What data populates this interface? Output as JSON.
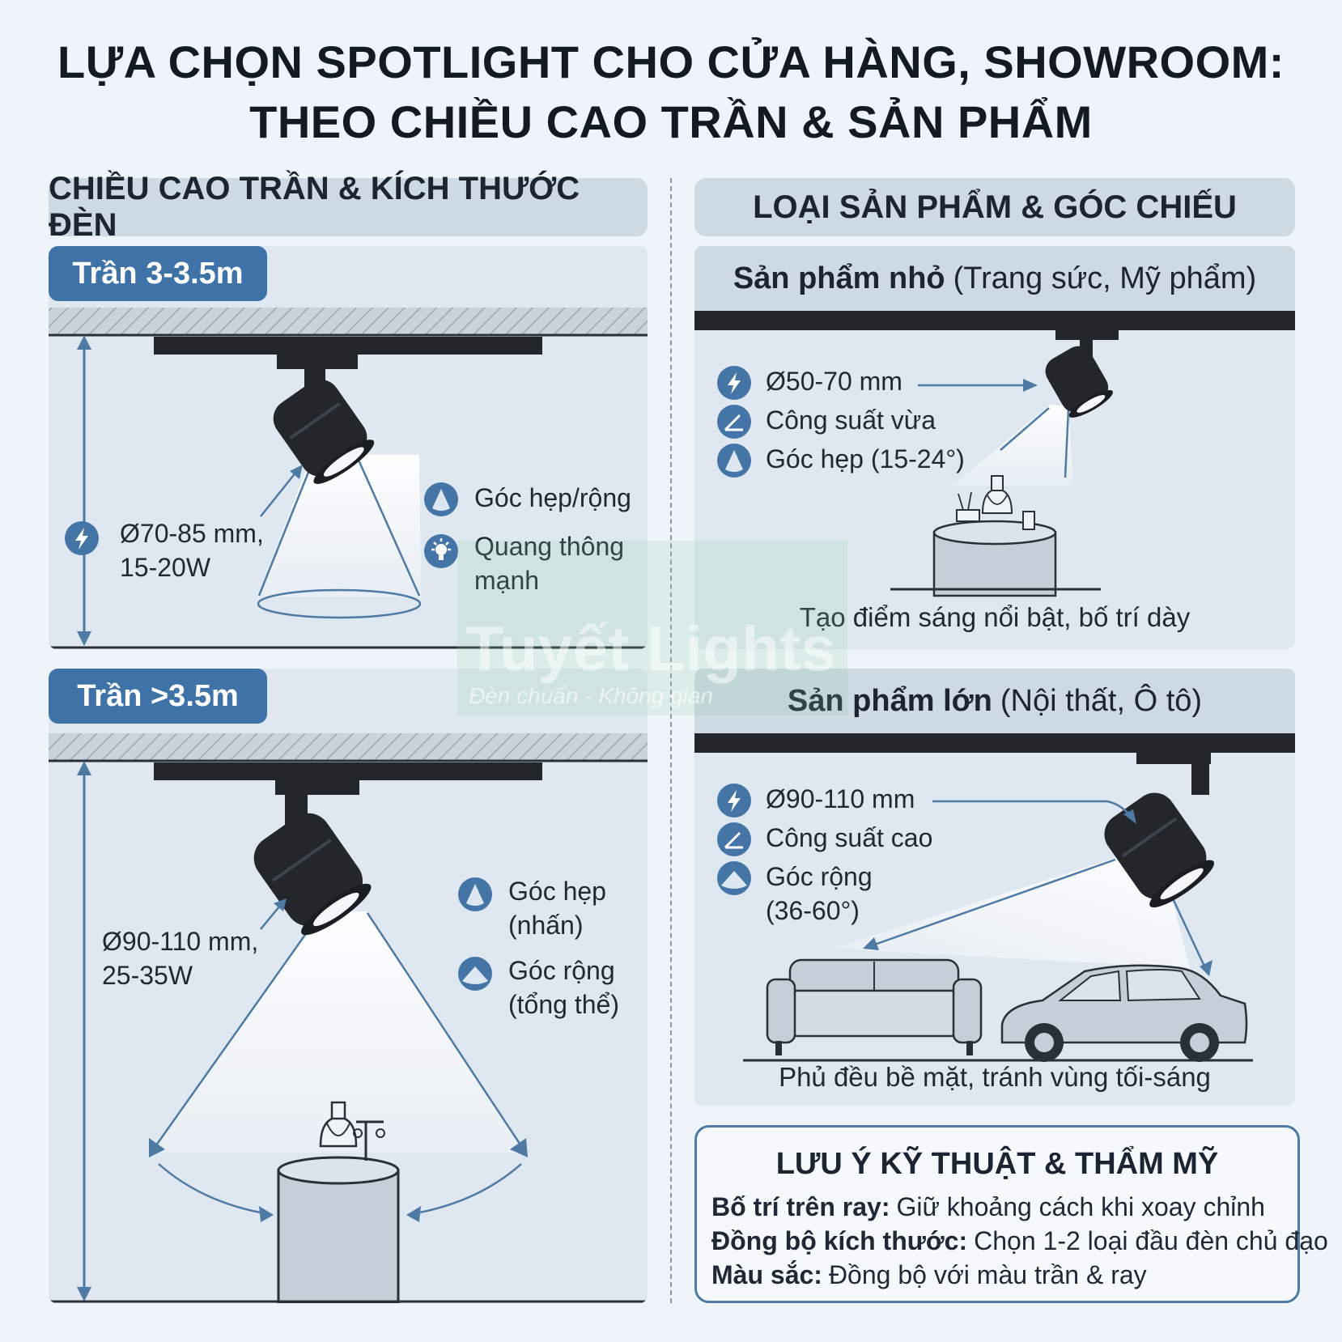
{
  "title": {
    "line1": "LỰA CHỌN SPOTLIGHT CHO CỬA HÀNG, SHOWROOM:",
    "line2": "THEO CHIỀU CAO TRẦN & SẢN PHẨM"
  },
  "left": {
    "header": "CHIỀU CAO TRẦN & KÍCH THƯỚC ĐÈN",
    "panel1": {
      "tag": "Trần 3-3.5m",
      "size_line1": "Ø70-85 mm,",
      "size_line2": "15-20W",
      "beam_label": "Góc hẹp/rộng",
      "flux_line1": "Quang thông",
      "flux_line2": "mạnh"
    },
    "panel2": {
      "tag": "Trần >3.5m",
      "size_line1": "Ø90-110 mm,",
      "size_line2": "25-35W",
      "narrow_line1": "Góc hẹp",
      "narrow_line2": "(nhấn)",
      "wide_line1": "Góc rộng",
      "wide_line2": "(tổng thể)"
    }
  },
  "right": {
    "header": "LOẠI SẢN PHẨM & GÓC CHIẾU",
    "small": {
      "title_bold": "Sản phẩm nhỏ",
      "title_rest": "(Trang sức, Mỹ phẩm)",
      "spec1": "Ø50-70 mm",
      "spec2": "Công suất vừa",
      "spec3": "Góc hẹp (15-24°)",
      "caption": "Tạo điểm sáng nổi bật, bố trí dày"
    },
    "large": {
      "title_bold": "Sản phẩm lớn",
      "title_rest": "(Nội thất, Ô tô)",
      "spec1": "Ø90-110 mm",
      "spec2": "Công suất cao",
      "spec3_line1": "Góc rộng",
      "spec3_line2": "(36-60°)",
      "caption": "Phủ đều bề mặt, tránh vùng tối-sáng"
    }
  },
  "note": {
    "title": "LƯU Ý KỸ THUẬT & THẨM MỸ",
    "items": [
      {
        "key": "Bố trí trên ray:",
        "value": "Giữ khoảng cách khi xoay chỉnh"
      },
      {
        "key": "Đồng bộ kích thước:",
        "value": "Chọn 1-2 loại đầu đèn chủ đạo"
      },
      {
        "key": "Màu sắc:",
        "value": "Đồng bộ với màu trần & ray"
      }
    ]
  },
  "watermark": {
    "name": "Tuyết Lights",
    "slogan": "Đèn chuẩn - Không gian"
  },
  "colors": {
    "accent": "#3f73a7",
    "panel": "#dfe8f0",
    "header": "#cdd9e3",
    "fixture": "#23272c"
  },
  "icons": [
    "lightning-icon",
    "angle-icon",
    "cone-icon",
    "bulb-icon",
    "wide-cone-icon"
  ]
}
